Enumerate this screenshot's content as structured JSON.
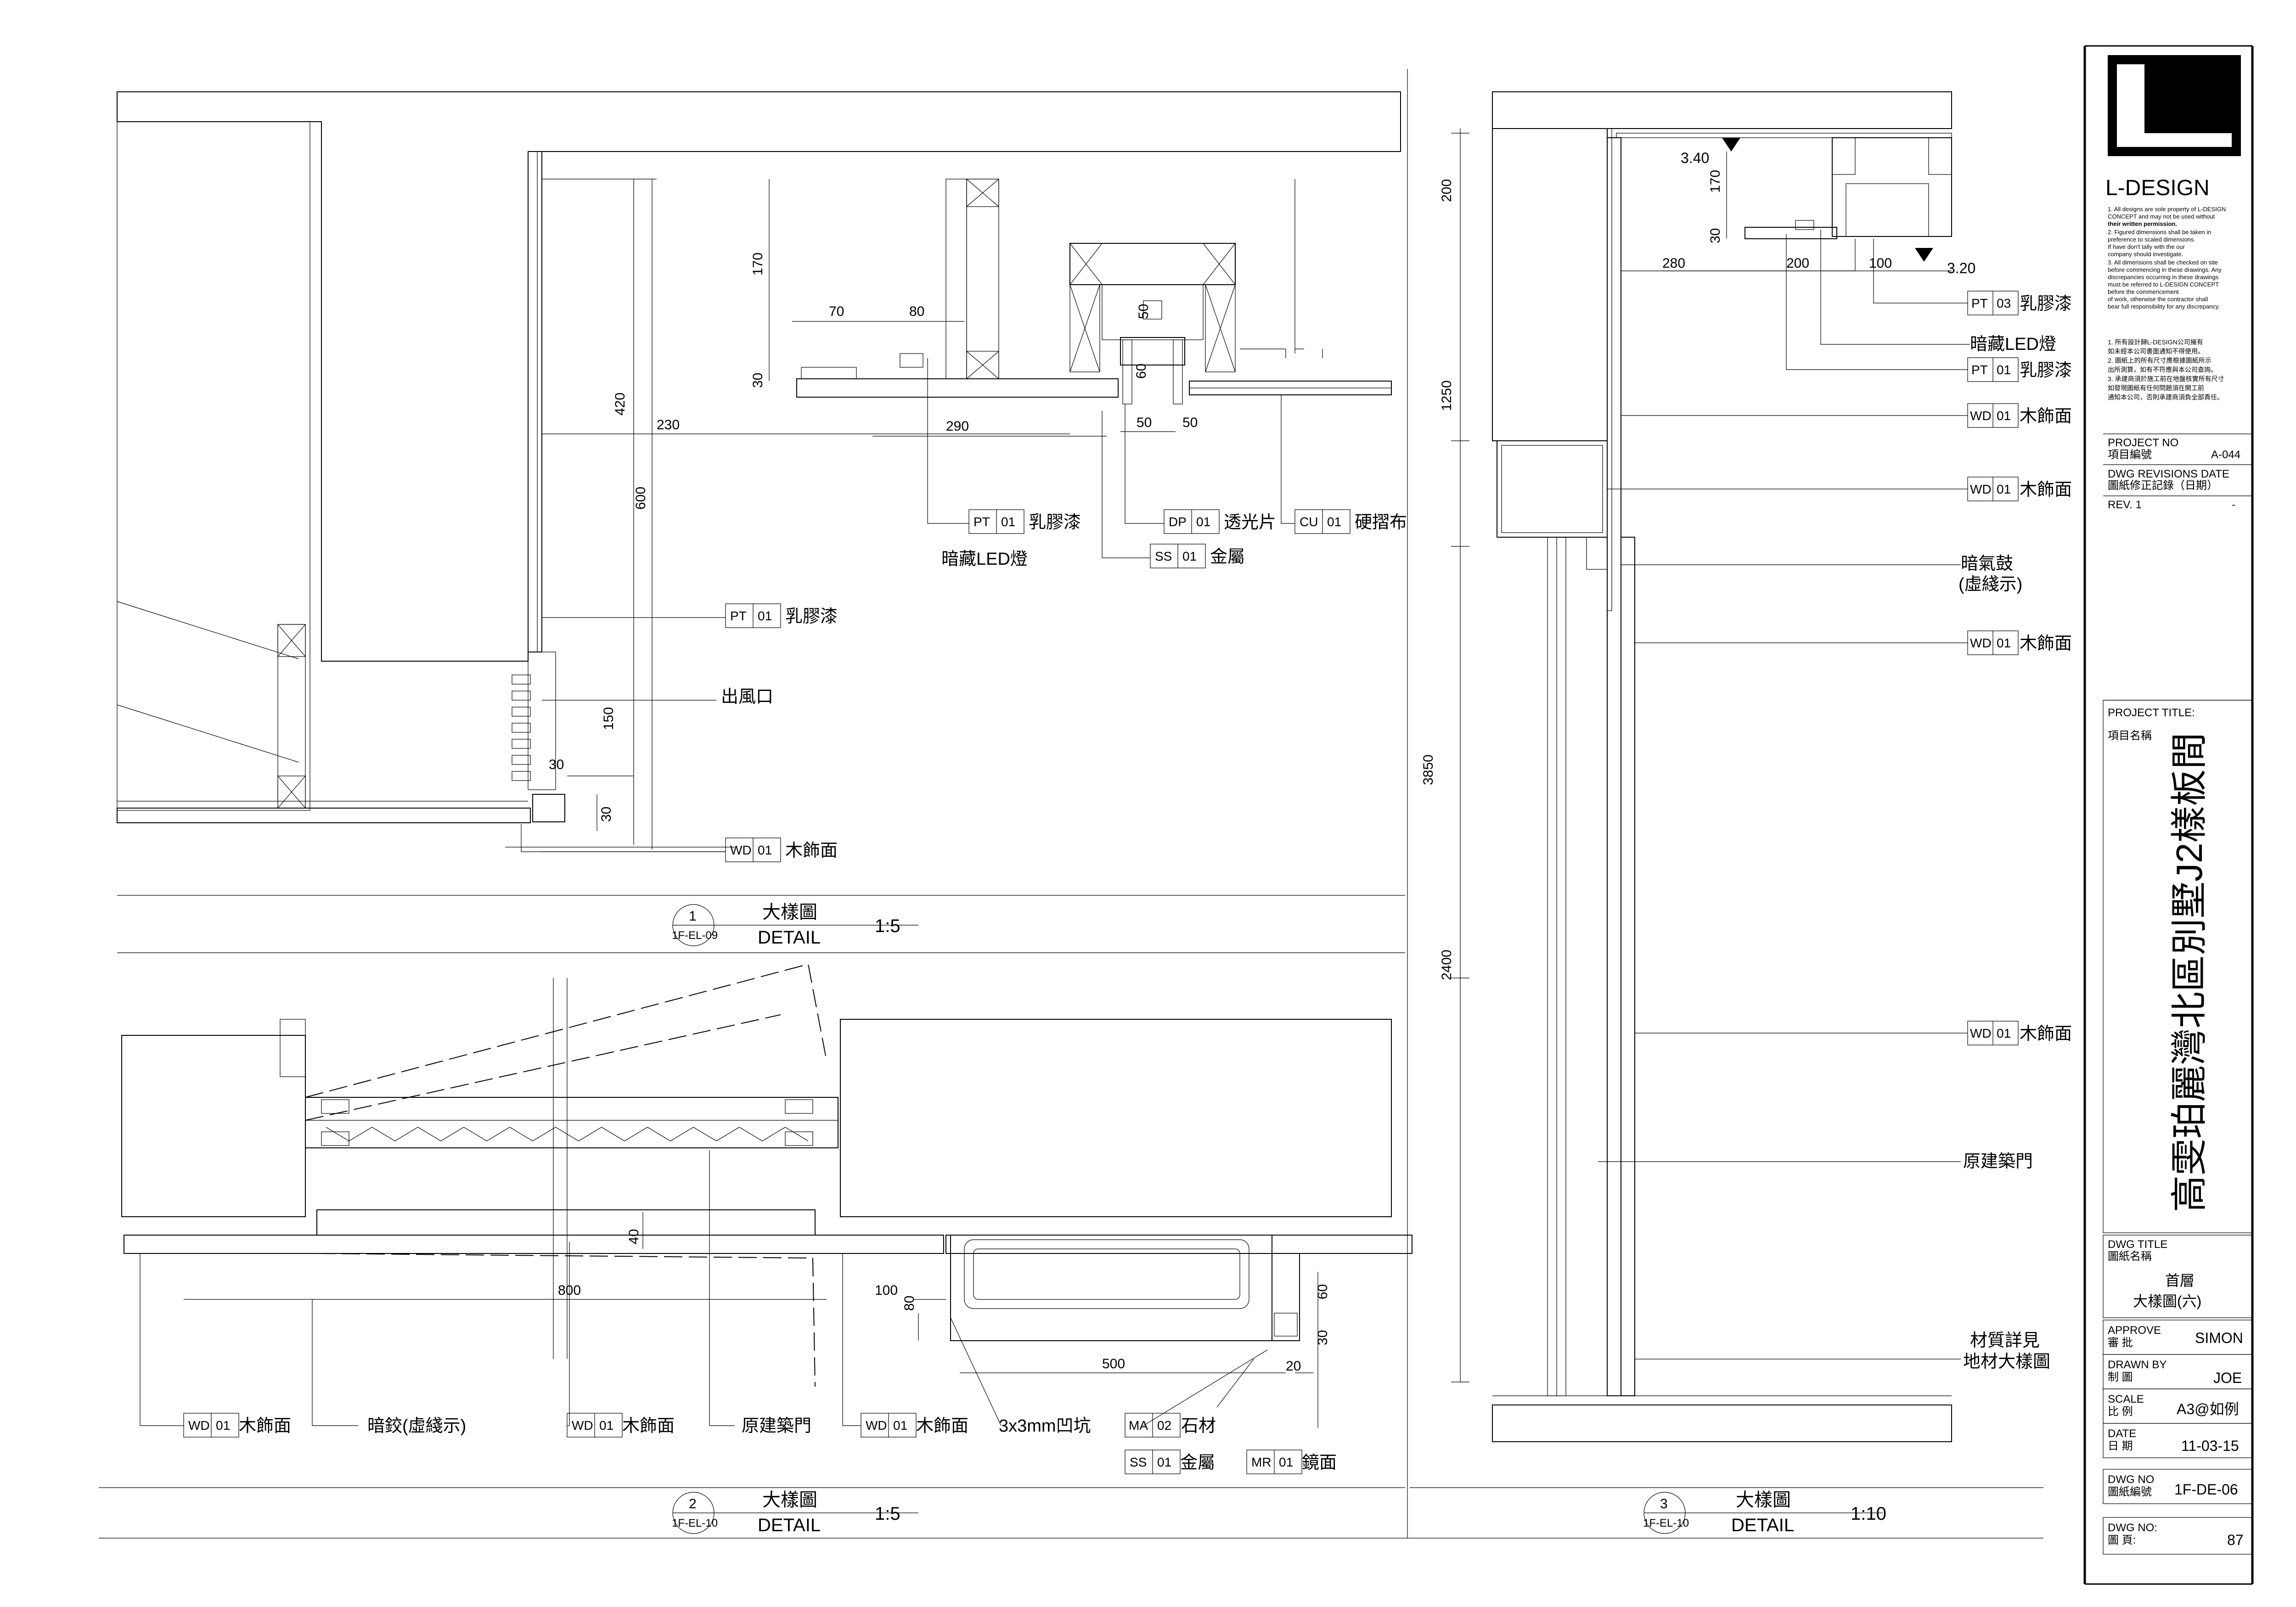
{
  "brand": {
    "name": "L-DESIGN"
  },
  "notes_en": [
    "1. All designs are sole property of L-DESIGN",
    "   CONCEPT and may not be used without",
    "   their written permission.",
    "2. Figured dimensions shall be taken in",
    "   preference to scaled dimensions.",
    "   If have don't tally with the our",
    "   company should investigate.",
    "3. All dimensions shall be checked on site",
    "   before commencing in these drawings. Any",
    "   discrepancies occurring in these drawings",
    "   must be referred to L-DESIGN CONCEPT",
    "   before the commencement",
    "   of work, otherwise the contractor shall",
    "   bear full responsibility for any discrepancy."
  ],
  "notes_zh": [
    "1. 所有設計歸L-DESIGN公司擁有",
    "   如未經本公司書面通知不得使用。",
    "2. 圖紙上的所有尺寸應根據圖紙所示",
    "   出所測算，如有不符應與本公司查詢。",
    "3. 承建商須於施工前在地盤核實所有尺寸",
    "   如發現圖紙有任何問題須在開工前",
    "   通知本公司，否則承建商須負全部責任。"
  ],
  "title_block": {
    "project_no_label": "PROJECT NO",
    "project_no_label_zh": "項目編號",
    "project_no": "A-044",
    "revision_label": "DWG REVISIONS DATE",
    "revision_label_zh": "圖紙修正記錄（日期）",
    "revision": "REV. 1",
    "revision_value": "-",
    "project_title_label": "PROJECT TITLE:",
    "project_title_label_zh": "項目名稱",
    "project_title": "高雯珀麗灣北區別墅J2樣板間",
    "dwg_title_label": "DWG TITLE",
    "dwg_title_label_zh": "圖紙名稱",
    "dwg_title_line1": "首層",
    "dwg_title_line2": "大樣圖(六)",
    "approve_label": "APPROVE",
    "approve_label_zh": "審 批",
    "approve": "SIMON",
    "drawn_label": "DRAWN BY",
    "drawn_label_zh": "制 圖",
    "drawn": "JOE",
    "scale_label": "SCALE",
    "scale_label_zh": "比 例",
    "scale": "A3@如例",
    "date_label": "DATE",
    "date_label_zh": "日 期",
    "date": "11-03-15",
    "dwg_no_label": "DWG NO",
    "dwg_no_label_zh": "圖紙編號",
    "dwg_no": "1F-DE-06",
    "page_label": "DWG NO:",
    "page_label_zh": "圖 頁:",
    "page": "87"
  },
  "details": [
    {
      "num": "1",
      "ref": "1F-EL-09",
      "title_zh": "大樣圖",
      "title_en": "DETAIL",
      "scale": "1:5"
    },
    {
      "num": "2",
      "ref": "1F-EL-10",
      "title_zh": "大樣圖",
      "title_en": "DETAIL",
      "scale": "1:5"
    },
    {
      "num": "3",
      "ref": "1F-EL-10",
      "title_zh": "大樣圖",
      "title_en": "DETAIL",
      "scale": "1:10"
    }
  ],
  "detail1": {
    "dims": [
      "170",
      "70",
      "80",
      "30",
      "420",
      "600",
      "230",
      "290",
      "50",
      "60",
      "50",
      "50",
      "150",
      "30",
      "30"
    ],
    "callouts": [
      {
        "code": "PT",
        "num": "01",
        "text": "乳膠漆"
      },
      {
        "code": "DP",
        "num": "01",
        "text": "透光片"
      },
      {
        "code": "CU",
        "num": "01",
        "text": "硬摺布"
      },
      {
        "code": "SS",
        "num": "01",
        "text": "金屬"
      },
      {
        "code": "PT",
        "num": "01",
        "text": "乳膠漆"
      },
      {
        "code": "WD",
        "num": "01",
        "text": "木飾面"
      }
    ],
    "plain_labels": [
      "暗藏LED燈",
      "出風口"
    ]
  },
  "detail2": {
    "dims": [
      "40",
      "800",
      "100",
      "80",
      "500",
      "60",
      "30",
      "20"
    ],
    "callouts": [
      {
        "code": "WD",
        "num": "01",
        "text": "木飾面"
      },
      {
        "code": "WD",
        "num": "01",
        "text": "木飾面"
      },
      {
        "code": "WD",
        "num": "01",
        "text": "木飾面"
      },
      {
        "code": "MA",
        "num": "02",
        "text": "石材"
      },
      {
        "code": "SS",
        "num": "01",
        "text": "金屬"
      },
      {
        "code": "MR",
        "num": "01",
        "text": "鏡面"
      }
    ],
    "plain_labels": [
      "暗鉸(虛綫示)",
      "原建築門",
      "3x3mm凹坑"
    ]
  },
  "detail3": {
    "dims": [
      "200",
      "1250",
      "3850",
      "2400",
      "170",
      "30",
      "280",
      "200",
      "100"
    ],
    "levels": [
      "3.40",
      "3.20"
    ],
    "callouts": [
      {
        "code": "PT",
        "num": "03",
        "text": "乳膠漆"
      },
      {
        "code": "PT",
        "num": "01",
        "text": "乳膠漆"
      },
      {
        "code": "WD",
        "num": "01",
        "text": "木飾面"
      },
      {
        "code": "WD",
        "num": "01",
        "text": "木飾面"
      },
      {
        "code": "WD",
        "num": "01",
        "text": "木飾面"
      },
      {
        "code": "WD",
        "num": "01",
        "text": "木飾面"
      }
    ],
    "plain_labels": [
      "暗藏LED燈",
      "暗氣鼓",
      "(虛綫示)",
      "原建築門",
      "材質詳見",
      "地材大樣圖"
    ]
  }
}
